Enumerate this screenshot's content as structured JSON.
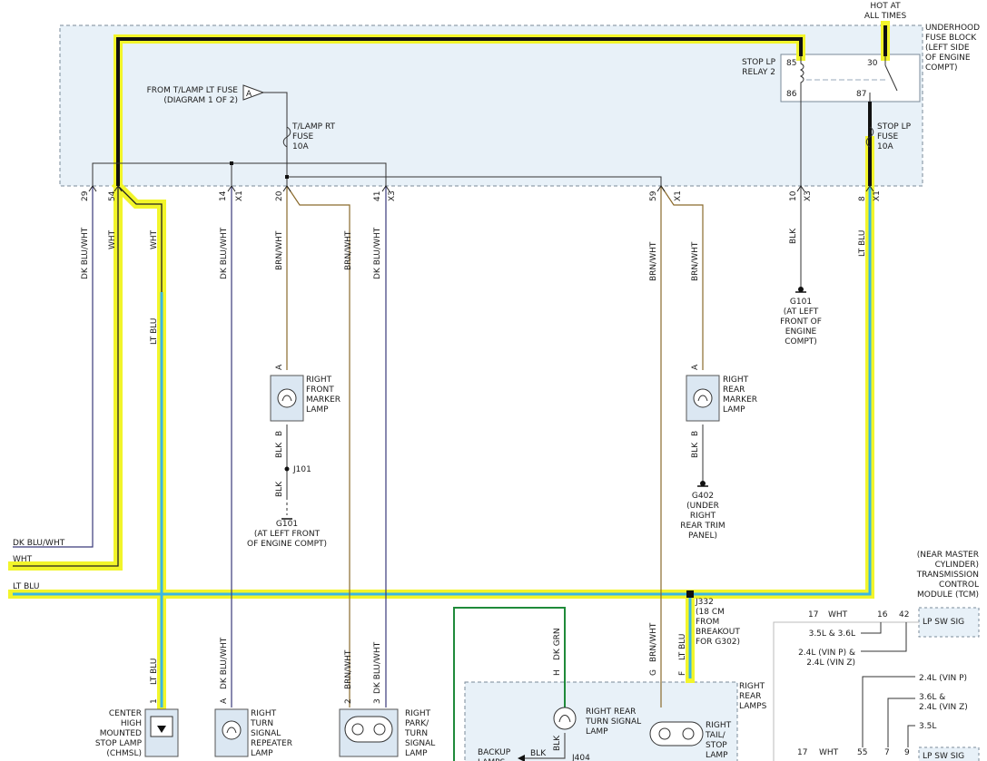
{
  "labels": {
    "hot": "HOT AT\nALL TIMES",
    "fuse_block": "UNDERHOOD\nFUSE BLOCK\n(LEFT SIDE\nOF ENGINE\nCOMPT)",
    "relay_name": "STOP LP\nRELAY 2",
    "relay_pins": [
      "85",
      "86",
      "30",
      "87"
    ],
    "from_tlamp": "FROM T/LAMP LT FUSE\n(DIAGRAM 1 OF 2)",
    "from_tlamp_ref": "A",
    "tlamp_rt_fuse": "T/LAMP RT\nFUSE\n10A",
    "stop_lp_fuse": "STOP LP\nFUSE\n10A",
    "g101_right": "G101\n(AT LEFT\nFRONT OF\nENGINE\nCOMPT)",
    "g101_left": "G101\n(AT LEFT FRONT\nOF ENGINE COMPT)",
    "g402": "G402\n(UNDER\nRIGHT\nREAR TRIM\nPANEL)",
    "j101": "J101",
    "j332": "J332\n(18 CM\nFROM\nBREAKOUT\nFOR G302)",
    "right_front_marker": "RIGHT\nFRONT\nMARKER\nLAMP",
    "right_rear_marker": "RIGHT\nREAR\nMARKER\nLAMP",
    "tcm": "(NEAR MASTER\nCYLINDER)\nTRANSMISSION\nCONTROL\nMODULE (TCM)",
    "lp_sw_sig": "LP SW SIG",
    "right_rear_lamps": "RIGHT\nREAR\nLAMPS",
    "right_rear_turn": "RIGHT REAR\nTURN SIGNAL\nLAMP",
    "right_tail_stop": "RIGHT\nTAIL/\nSTOP\nLAMP",
    "backup_lamps": "BACKUP\nLAMPS",
    "j404": "J404",
    "chmsl": "CENTER\nHIGH\nMOUNTED\nSTOP LAMP\n(CHMSL)",
    "turn_repeater": "RIGHT\nTURN\nSIGNAL\nREPEATER\nLAMP",
    "park_turn": "RIGHT\nPARK/\nTURN\nSIGNAL\nLAMP",
    "opt_35_36": "3.5L & 3.6L",
    "opt_24_vinp_z": "2.4L (VIN P) &\n2.4L (VIN Z)",
    "opt_24_vinp": "2.4L (VIN P)",
    "opt_36_24z": "3.6L &\n2.4L (VIN Z)",
    "opt_35": "3.5L",
    "lamp_pins": {
      "a": "A",
      "b": "B",
      "one": "1",
      "two": "2",
      "three": "3",
      "h": "H",
      "g": "G",
      "f": "F"
    }
  },
  "fuse_block_pins": [
    {
      "pin": "29",
      "sub": ""
    },
    {
      "pin": "54",
      "sub": ""
    },
    {
      "pin": "14",
      "sub": "X1"
    },
    {
      "pin": "20",
      "sub": ""
    },
    {
      "pin": "41",
      "sub": "X3"
    },
    {
      "pin": "59",
      "sub": "X1"
    },
    {
      "pin": "10",
      "sub": "X3"
    },
    {
      "pin": "8",
      "sub": "X1"
    }
  ],
  "wire_colors": {
    "w29": "DK BLU/WHT",
    "w54": "WHT",
    "w_wht2": "WHT",
    "w14": "DK BLU/WHT",
    "w20": "BRN/WHT",
    "w_brn2": "BRN/WHT",
    "w41": "DK BLU/WHT",
    "w59": "BRN/WHT",
    "w_brn4": "BRN/WHT",
    "w10": "BLK",
    "w8": "LT BLU",
    "w_ltblu_chmsl": "LT BLU",
    "blk_front_1": "BLK",
    "blk_front_2": "BLK",
    "blk_rear": "BLK",
    "horiz_dkblu": "DK BLU/WHT",
    "horiz_wht": "WHT",
    "horiz_ltblu": "LT BLU",
    "chmsl_in": "LT BLU",
    "repeater_in": "DK BLU/WHT",
    "park_2": "BRN/WHT",
    "park_3": "DK BLU/WHT",
    "rear_h": "DK GRN",
    "rear_g": "BRN/WHT",
    "rear_f": "LT BLU",
    "backup_blk": "BLK",
    "tcm_wht": "WHT",
    "tcm_wht2": "WHT"
  },
  "tcm_pins": {
    "p17": "17",
    "p16": "16",
    "p42": "42",
    "p17b": "17",
    "p55": "55",
    "p7": "7",
    "p9": "9"
  },
  "colors": {
    "highlight": "#f2f52a",
    "ltblu": "#39b7e4",
    "brn": "#8a6a2c",
    "dkblu": "#3a3a7a",
    "grn": "#1f8a3a",
    "box": "#e8f1f8"
  }
}
